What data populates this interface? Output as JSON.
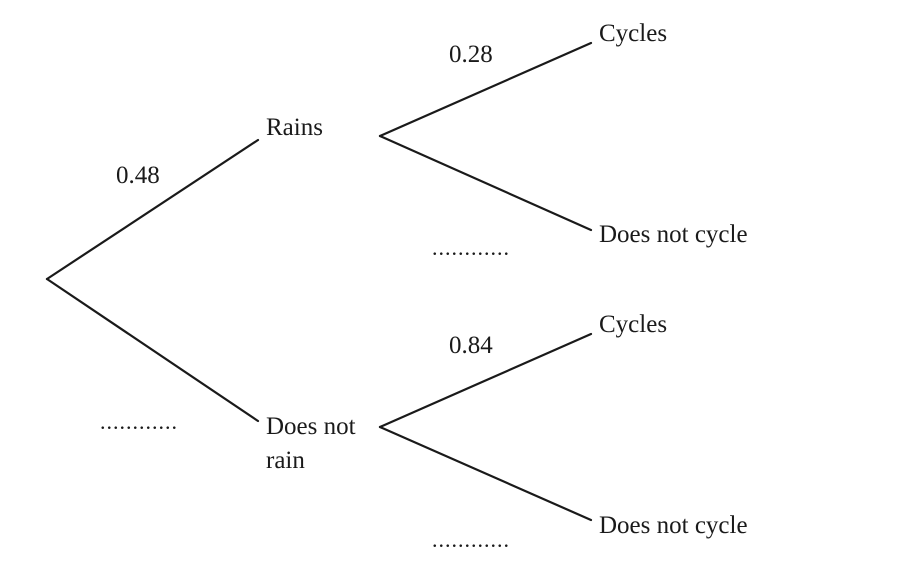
{
  "tree": {
    "first_stage": {
      "rains": {
        "label": "Rains",
        "probability": "0.48"
      },
      "does_not_rain": {
        "label_line1": "Does not",
        "label_line2": "rain",
        "probability": "............"
      }
    },
    "second_stage": {
      "rains_cycles": {
        "label": "Cycles",
        "probability": "0.28"
      },
      "rains_does_not_cycle": {
        "label": "Does not cycle",
        "probability": "............"
      },
      "no_rain_cycles": {
        "label": "Cycles",
        "probability": "0.84"
      },
      "no_rain_does_not_cycle": {
        "label": "Does not cycle",
        "probability": "............"
      }
    }
  }
}
